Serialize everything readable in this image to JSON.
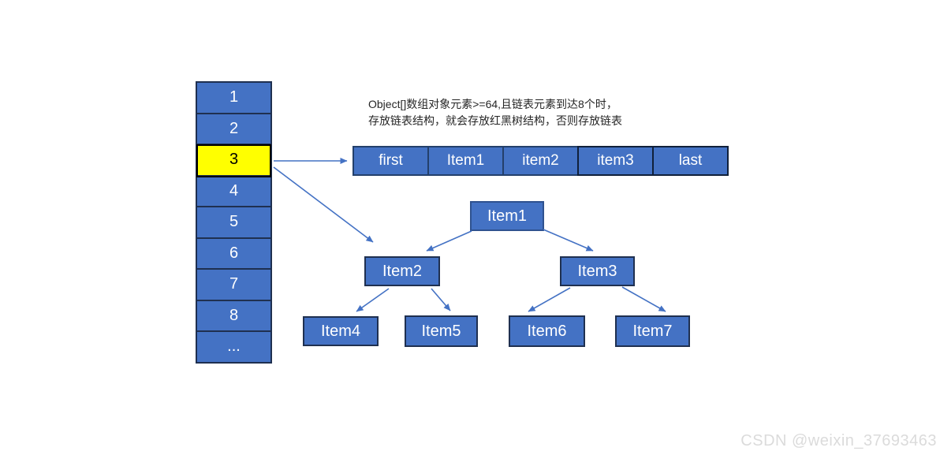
{
  "annotation": {
    "line1": "Object[]数组对象元素>=64,且链表元素到达8个时，",
    "line2": "存放链表结构，就会存放红黑树结构，否则存放链表"
  },
  "array": {
    "highlighted_index": 2,
    "cells": [
      {
        "label": "1"
      },
      {
        "label": "2"
      },
      {
        "label": "3"
      },
      {
        "label": "4"
      },
      {
        "label": "5"
      },
      {
        "label": "6"
      },
      {
        "label": "7"
      },
      {
        "label": "8"
      },
      {
        "label": "..."
      }
    ]
  },
  "linked_list": {
    "cells": [
      {
        "label": "first"
      },
      {
        "label": "Item1"
      },
      {
        "label": "item2"
      },
      {
        "label": "item3"
      },
      {
        "label": "last"
      }
    ]
  },
  "tree": {
    "nodes": {
      "item1": {
        "label": "Item1"
      },
      "item2": {
        "label": "Item2"
      },
      "item3": {
        "label": "Item3"
      },
      "item4": {
        "label": "Item4"
      },
      "item5": {
        "label": "Item5"
      },
      "item6": {
        "label": "Item6"
      },
      "item7": {
        "label": "Item7"
      }
    },
    "edges": [
      {
        "from": "item1",
        "to": "item2"
      },
      {
        "from": "item1",
        "to": "item3"
      },
      {
        "from": "item2",
        "to": "item4"
      },
      {
        "from": "item2",
        "to": "item5"
      },
      {
        "from": "item3",
        "to": "item6"
      },
      {
        "from": "item3",
        "to": "item7"
      }
    ]
  },
  "pointers": [
    {
      "from": "array-cell-3",
      "to": "linked-list-first"
    },
    {
      "from": "array-cell-3",
      "to": "tree-node-item2"
    }
  ],
  "watermark": "CSDN @weixin_37693463",
  "colors": {
    "box_fill": "#4472c4",
    "box_border": "#1f3050",
    "highlight_fill": "#ffff00",
    "highlight_border": "#000000",
    "arrow": "#4472c4",
    "box_text": "#ffffff",
    "annotation_text": "#262626",
    "watermark_text": "#dbdbdb"
  }
}
